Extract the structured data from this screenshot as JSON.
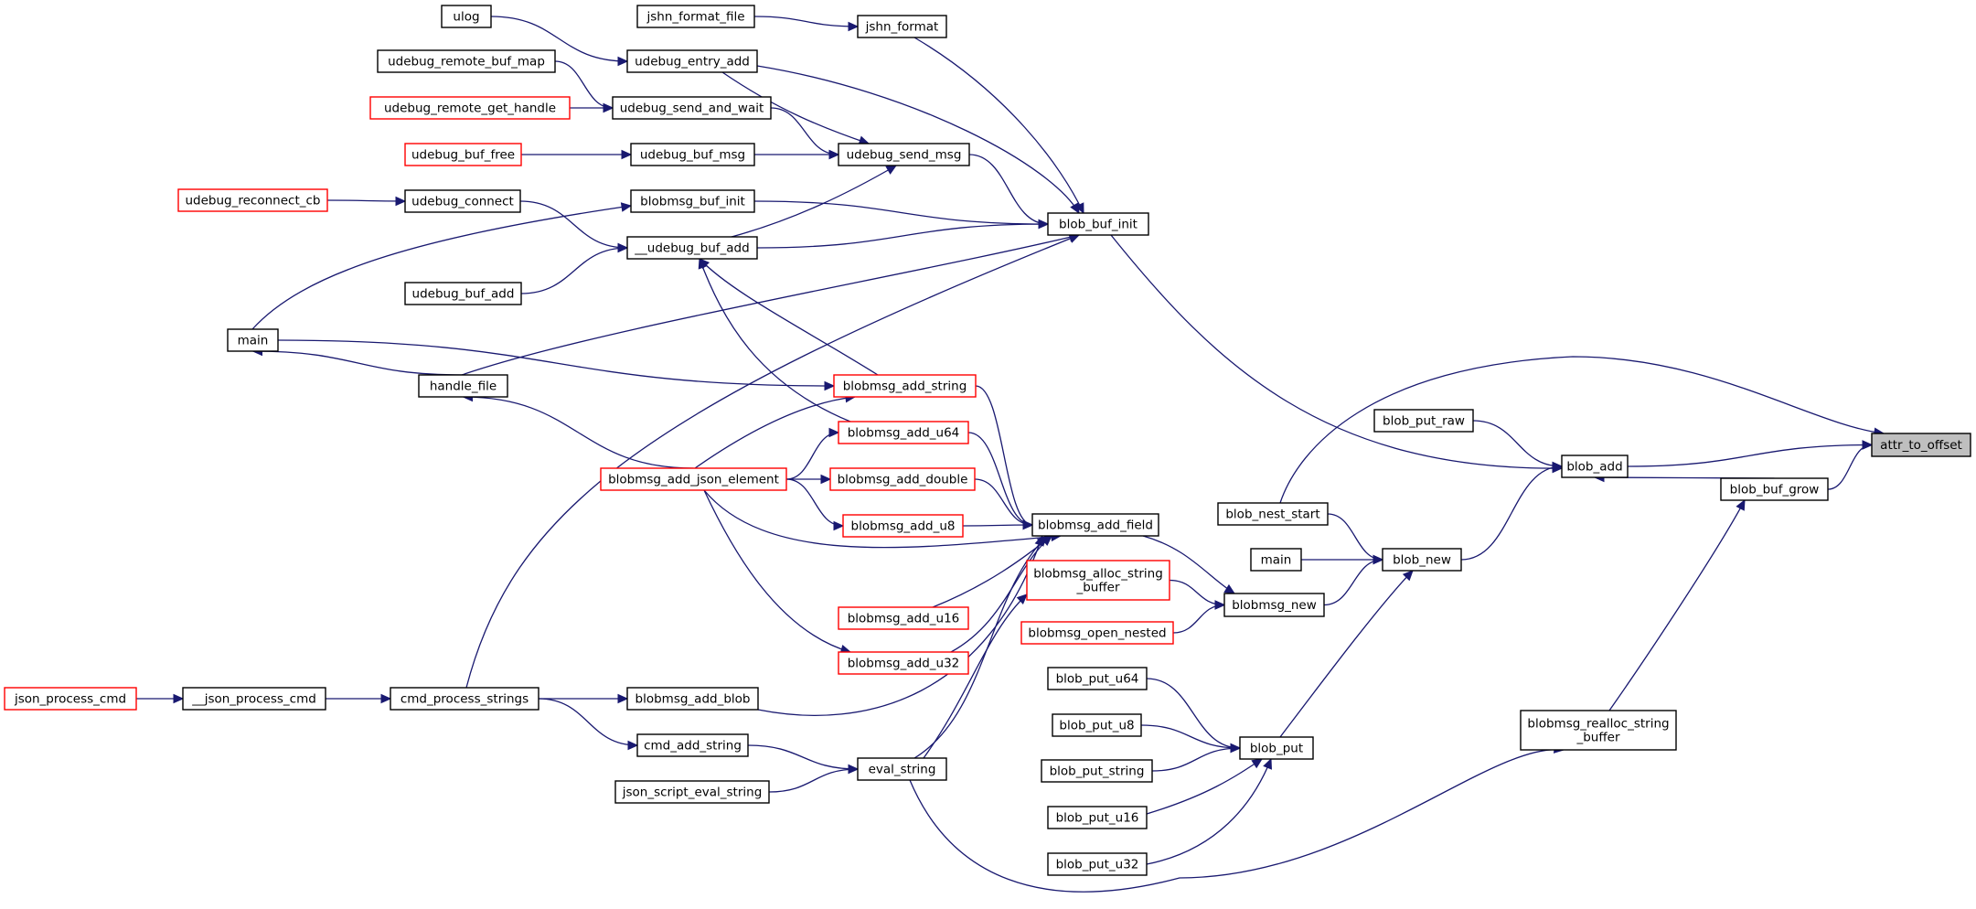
{
  "colors": {
    "edge": "#191970",
    "normal_border": "#000000",
    "truncated_border": "#ff0000",
    "root_fill": "#bfbfbf",
    "node_fill": "#ffffff"
  },
  "root": "attr_to_offset",
  "nodes": [
    {
      "id": "attr_to_offset",
      "label": "attr_to_offset",
      "style": "root"
    },
    {
      "id": "blob_add",
      "label": "blob_add",
      "style": "normal"
    },
    {
      "id": "blob_buf_grow",
      "label": "blob_buf_grow",
      "style": "normal"
    },
    {
      "id": "blob_put_raw",
      "label": "blob_put_raw",
      "style": "normal"
    },
    {
      "id": "blob_buf_init",
      "label": "blob_buf_init",
      "style": "normal"
    },
    {
      "id": "blob_new",
      "label": "blob_new",
      "style": "normal"
    },
    {
      "id": "blob_nest_start",
      "label": "blob_nest_start",
      "style": "normal"
    },
    {
      "id": "main_a",
      "label": "main",
      "style": "normal"
    },
    {
      "id": "blobmsg_new",
      "label": "blobmsg_new",
      "style": "normal"
    },
    {
      "id": "blob_put",
      "label": "blob_put",
      "style": "normal"
    },
    {
      "id": "blobmsg_realloc_string_buffer",
      "label": "blobmsg_realloc_string\n_buffer",
      "style": "normal"
    },
    {
      "id": "jshn_format",
      "label": "jshn_format",
      "style": "normal"
    },
    {
      "id": "jshn_format_file",
      "label": "jshn_format_file",
      "style": "normal"
    },
    {
      "id": "ulog",
      "label": "ulog",
      "style": "normal"
    },
    {
      "id": "udebug_entry_add",
      "label": "udebug_entry_add",
      "style": "normal"
    },
    {
      "id": "udebug_remote_buf_map",
      "label": "udebug_remote_buf_map",
      "style": "normal"
    },
    {
      "id": "udebug_remote_get_handle",
      "label": "udebug_remote_get_handle",
      "style": "truncated"
    },
    {
      "id": "udebug_send_and_wait",
      "label": "udebug_send_and_wait",
      "style": "normal"
    },
    {
      "id": "udebug_buf_free",
      "label": "udebug_buf_free",
      "style": "truncated"
    },
    {
      "id": "udebug_buf_msg",
      "label": "udebug_buf_msg",
      "style": "normal"
    },
    {
      "id": "udebug_send_msg",
      "label": "udebug_send_msg",
      "style": "normal"
    },
    {
      "id": "udebug_reconnect_cb",
      "label": "udebug_reconnect_cb",
      "style": "truncated"
    },
    {
      "id": "udebug_connect",
      "label": "udebug_connect",
      "style": "normal"
    },
    {
      "id": "blobmsg_buf_init",
      "label": "blobmsg_buf_init",
      "style": "normal"
    },
    {
      "id": "udebug_buf_add_internal",
      "label": "__udebug_buf_add",
      "style": "normal"
    },
    {
      "id": "udebug_buf_add",
      "label": "udebug_buf_add",
      "style": "normal"
    },
    {
      "id": "main_b",
      "label": "main",
      "style": "normal"
    },
    {
      "id": "handle_file",
      "label": "handle_file",
      "style": "normal"
    },
    {
      "id": "blobmsg_add_string",
      "label": "blobmsg_add_string",
      "style": "truncated"
    },
    {
      "id": "blobmsg_add_u64",
      "label": "blobmsg_add_u64",
      "style": "truncated"
    },
    {
      "id": "blobmsg_add_json_element",
      "label": "blobmsg_add_json_element",
      "style": "truncated"
    },
    {
      "id": "blobmsg_add_double",
      "label": "blobmsg_add_double",
      "style": "truncated"
    },
    {
      "id": "blobmsg_add_u8",
      "label": "blobmsg_add_u8",
      "style": "truncated"
    },
    {
      "id": "blobmsg_add_field",
      "label": "blobmsg_add_field",
      "style": "normal"
    },
    {
      "id": "blobmsg_alloc_string_buffer",
      "label": "blobmsg_alloc_string\n_buffer",
      "style": "truncated"
    },
    {
      "id": "blobmsg_open_nested",
      "label": "blobmsg_open_nested",
      "style": "truncated"
    },
    {
      "id": "blobmsg_add_u16",
      "label": "blobmsg_add_u16",
      "style": "truncated"
    },
    {
      "id": "blobmsg_add_u32",
      "label": "blobmsg_add_u32",
      "style": "truncated"
    },
    {
      "id": "json_process_cmd",
      "label": "json_process_cmd",
      "style": "truncated"
    },
    {
      "id": "json_process_cmd_internal",
      "label": "__json_process_cmd",
      "style": "normal"
    },
    {
      "id": "cmd_process_strings",
      "label": "cmd_process_strings",
      "style": "normal"
    },
    {
      "id": "blobmsg_add_blob",
      "label": "blobmsg_add_blob",
      "style": "normal"
    },
    {
      "id": "cmd_add_string",
      "label": "cmd_add_string",
      "style": "normal"
    },
    {
      "id": "json_script_eval_string",
      "label": "json_script_eval_string",
      "style": "normal"
    },
    {
      "id": "eval_string",
      "label": "eval_string",
      "style": "normal"
    },
    {
      "id": "blob_put_u64",
      "label": "blob_put_u64",
      "style": "normal"
    },
    {
      "id": "blob_put_u8",
      "label": "blob_put_u8",
      "style": "normal"
    },
    {
      "id": "blob_put_string",
      "label": "blob_put_string",
      "style": "normal"
    },
    {
      "id": "blob_put_u16",
      "label": "blob_put_u16",
      "style": "normal"
    },
    {
      "id": "blob_put_u32",
      "label": "blob_put_u32",
      "style": "normal"
    }
  ],
  "edges": [
    {
      "from": "blob_add",
      "to": "attr_to_offset"
    },
    {
      "from": "blob_buf_grow",
      "to": "attr_to_offset"
    },
    {
      "from": "blob_nest_start",
      "to": "attr_to_offset"
    },
    {
      "from": "blob_buf_grow",
      "to": "blob_add"
    },
    {
      "from": "blob_put_raw",
      "to": "blob_add"
    },
    {
      "from": "blob_buf_init",
      "to": "blob_add"
    },
    {
      "from": "blob_new",
      "to": "blob_add"
    },
    {
      "from": "blobmsg_realloc_string_buffer",
      "to": "blob_buf_grow"
    },
    {
      "from": "blob_nest_start",
      "to": "blob_new"
    },
    {
      "from": "main_a",
      "to": "blob_new"
    },
    {
      "from": "blobmsg_new",
      "to": "blob_new"
    },
    {
      "from": "blob_put",
      "to": "blob_new"
    },
    {
      "from": "blobmsg_add_field",
      "to": "blobmsg_new"
    },
    {
      "from": "blobmsg_alloc_string_buffer",
      "to": "blobmsg_new"
    },
    {
      "from": "blobmsg_open_nested",
      "to": "blobmsg_new"
    },
    {
      "from": "blob_put_u64",
      "to": "blob_put"
    },
    {
      "from": "blob_put_u8",
      "to": "blob_put"
    },
    {
      "from": "blob_put_string",
      "to": "blob_put"
    },
    {
      "from": "blob_put_u16",
      "to": "blob_put"
    },
    {
      "from": "blob_put_u32",
      "to": "blob_put"
    },
    {
      "from": "eval_string",
      "to": "blobmsg_realloc_string_buffer"
    },
    {
      "from": "jshn_format",
      "to": "blob_buf_init"
    },
    {
      "from": "udebug_entry_add",
      "to": "blob_buf_init"
    },
    {
      "from": "udebug_send_msg",
      "to": "blob_buf_init"
    },
    {
      "from": "blobmsg_buf_init",
      "to": "blob_buf_init"
    },
    {
      "from": "udebug_buf_add_internal",
      "to": "blob_buf_init"
    },
    {
      "from": "handle_file",
      "to": "blob_buf_init"
    },
    {
      "from": "cmd_process_strings",
      "to": "blob_buf_init"
    },
    {
      "from": "jshn_format_file",
      "to": "jshn_format"
    },
    {
      "from": "ulog",
      "to": "udebug_entry_add"
    },
    {
      "from": "udebug_remote_buf_map",
      "to": "udebug_send_and_wait"
    },
    {
      "from": "udebug_remote_get_handle",
      "to": "udebug_send_and_wait"
    },
    {
      "from": "udebug_entry_add",
      "to": "udebug_send_msg"
    },
    {
      "from": "udebug_send_and_wait",
      "to": "udebug_send_msg"
    },
    {
      "from": "udebug_buf_msg",
      "to": "udebug_send_msg"
    },
    {
      "from": "udebug_buf_add_internal",
      "to": "udebug_send_msg"
    },
    {
      "from": "udebug_buf_free",
      "to": "udebug_buf_msg"
    },
    {
      "from": "udebug_reconnect_cb",
      "to": "udebug_connect"
    },
    {
      "from": "udebug_connect",
      "to": "udebug_buf_add_internal"
    },
    {
      "from": "udebug_buf_add",
      "to": "udebug_buf_add_internal"
    },
    {
      "from": "main_b",
      "to": "blobmsg_buf_init"
    },
    {
      "from": "main_b",
      "to": "blobmsg_add_string"
    },
    {
      "from": "handle_file",
      "to": "main_b"
    },
    {
      "from": "blobmsg_add_json_element",
      "to": "handle_file"
    },
    {
      "from": "blobmsg_add_string",
      "to": "udebug_buf_add_internal"
    },
    {
      "from": "blobmsg_add_u64",
      "to": "udebug_buf_add_internal"
    },
    {
      "from": "blobmsg_add_string",
      "to": "blobmsg_add_field"
    },
    {
      "from": "blobmsg_add_u64",
      "to": "blobmsg_add_field"
    },
    {
      "from": "blobmsg_add_double",
      "to": "blobmsg_add_field"
    },
    {
      "from": "blobmsg_add_u8",
      "to": "blobmsg_add_field"
    },
    {
      "from": "blobmsg_add_json_element",
      "to": "blobmsg_add_field"
    },
    {
      "from": "blobmsg_add_u16",
      "to": "blobmsg_add_field"
    },
    {
      "from": "blobmsg_add_u32",
      "to": "blobmsg_add_field"
    },
    {
      "from": "blobmsg_add_blob",
      "to": "blobmsg_add_field"
    },
    {
      "from": "eval_string",
      "to": "blobmsg_add_field"
    },
    {
      "from": "blobmsg_add_json_element",
      "to": "blobmsg_add_string"
    },
    {
      "from": "blobmsg_add_json_element",
      "to": "blobmsg_add_u64"
    },
    {
      "from": "blobmsg_add_json_element",
      "to": "blobmsg_add_double"
    },
    {
      "from": "blobmsg_add_json_element",
      "to": "blobmsg_add_u8"
    },
    {
      "from": "blobmsg_add_json_element",
      "to": "blobmsg_add_u32"
    },
    {
      "from": "eval_string",
      "to": "blobmsg_alloc_string_buffer"
    },
    {
      "from": "json_process_cmd",
      "to": "json_process_cmd_internal"
    },
    {
      "from": "json_process_cmd_internal",
      "to": "cmd_process_strings"
    },
    {
      "from": "cmd_process_strings",
      "to": "blobmsg_add_blob"
    },
    {
      "from": "cmd_process_strings",
      "to": "cmd_add_string"
    },
    {
      "from": "cmd_add_string",
      "to": "eval_string"
    },
    {
      "from": "json_script_eval_string",
      "to": "eval_string"
    }
  ]
}
